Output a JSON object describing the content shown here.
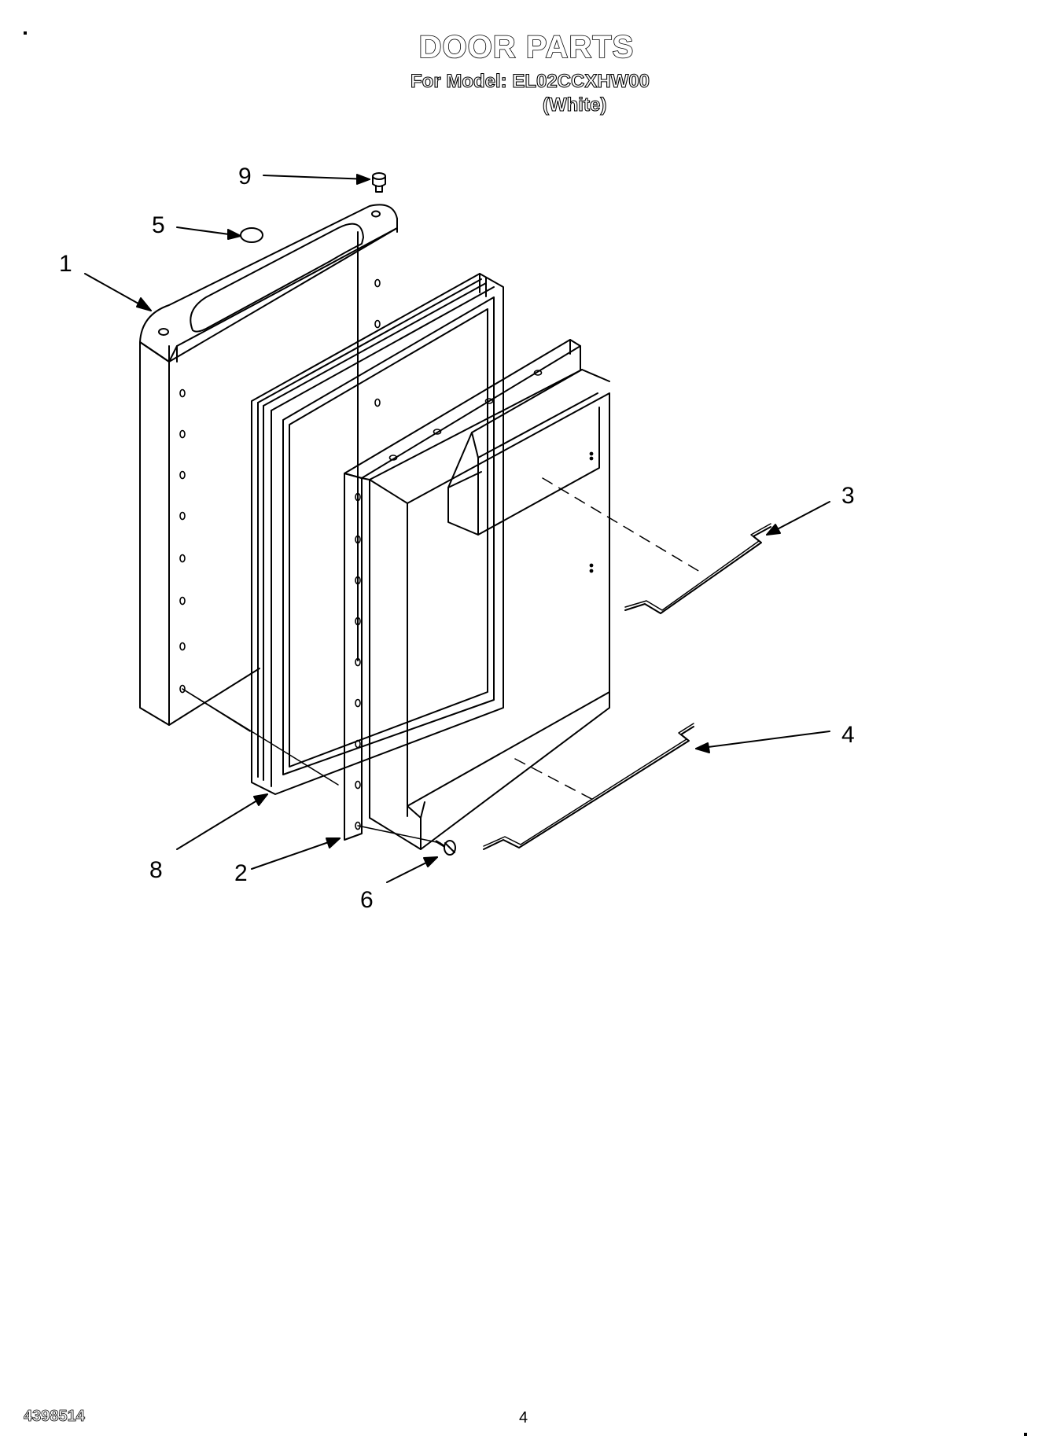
{
  "header": {
    "title": "DOOR PARTS",
    "model": "For Model: EL02CCXHW00",
    "color": "(White)"
  },
  "callouts": [
    {
      "id": "1",
      "label": "1"
    },
    {
      "id": "2",
      "label": "2"
    },
    {
      "id": "3",
      "label": "3"
    },
    {
      "id": "4",
      "label": "4"
    },
    {
      "id": "5",
      "label": "5"
    },
    {
      "id": "6",
      "label": "6"
    },
    {
      "id": "8",
      "label": "8"
    },
    {
      "id": "9",
      "label": "9"
    }
  ],
  "footer": {
    "doc_number": "4398514",
    "page": "4"
  }
}
